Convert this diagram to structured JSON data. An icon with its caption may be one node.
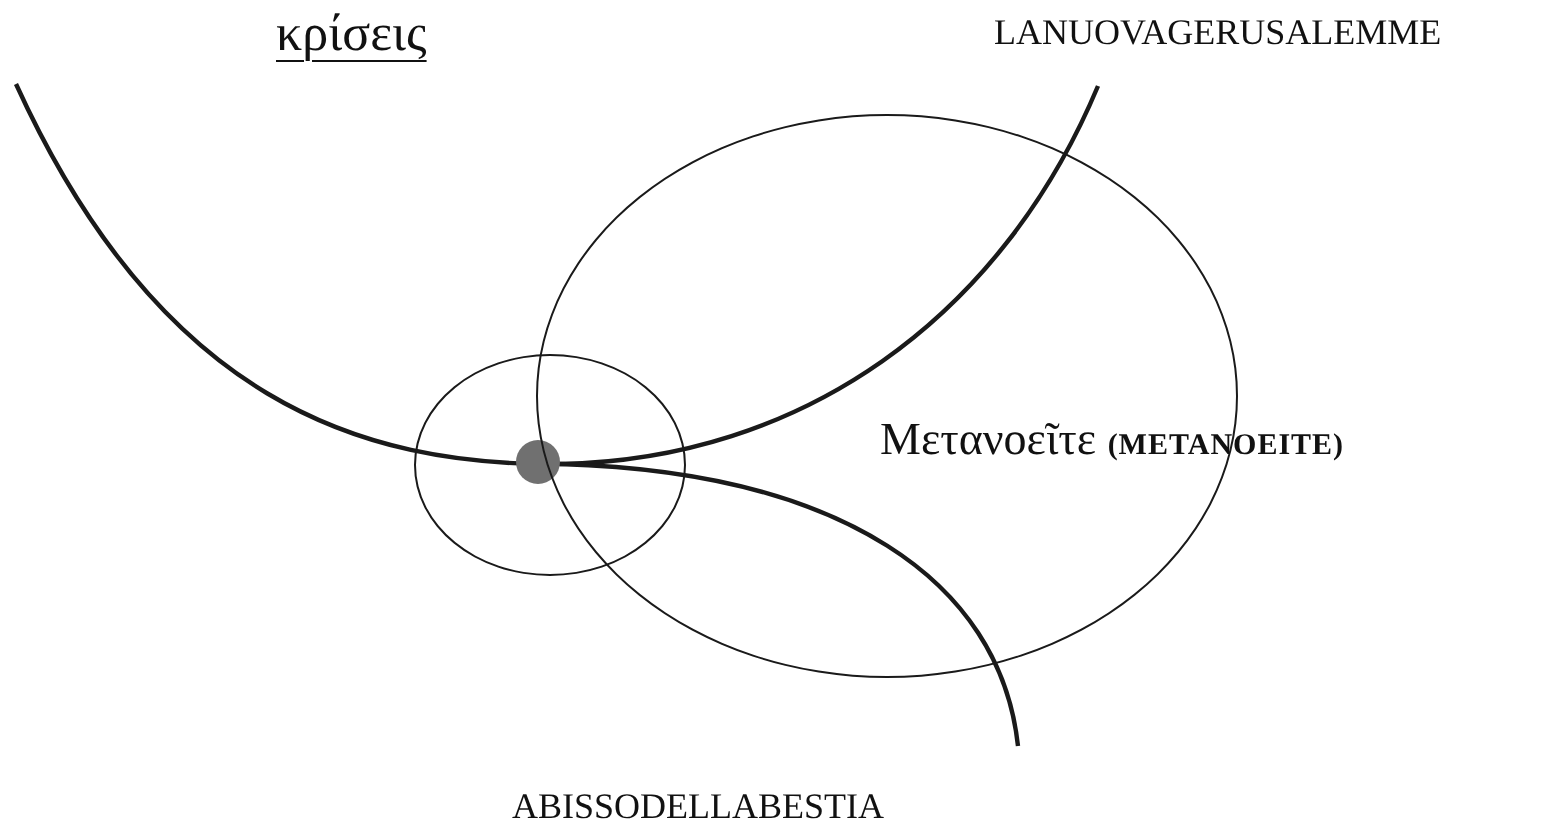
{
  "diagram": {
    "nodes": [
      {
        "text": [],
        "shape": "circle"
      },
      {
        "text": [],
        "shape": "ellipse"
      },
      {
        "text": [],
        "shape": "dot",
        "in": 0
      }
    ],
    "labels": [
      "κρίσεις",
      "LANUOVAGERUSALEMME",
      "Μετανοεῖτε **(METANOEITE)**",
      "ABISSODELLABESTIA"
    ]
  }
}
